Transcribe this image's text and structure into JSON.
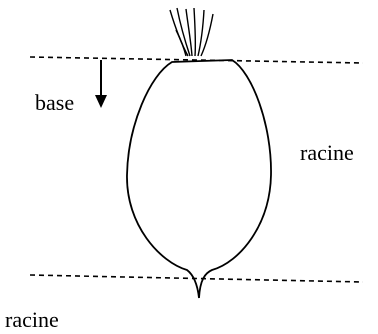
{
  "labels": {
    "base": "base",
    "racine_right": "racine",
    "racine_bottom": "racine"
  },
  "colors": {
    "stroke": "#000000",
    "background": "#ffffff"
  },
  "icons": {
    "base_arrow": "down-arrow-icon"
  }
}
